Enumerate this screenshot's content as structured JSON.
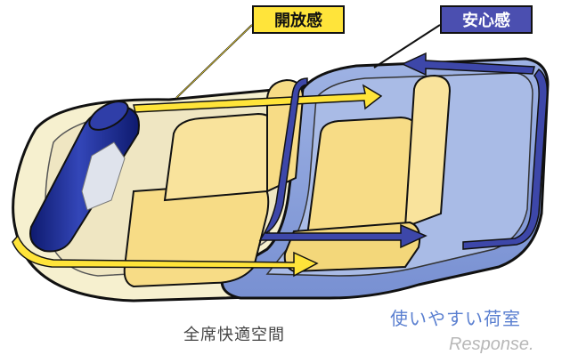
{
  "labels": {
    "openness": "開放感",
    "security": "安心感"
  },
  "captions": {
    "cabin": "全席快適空間",
    "luggage": "使いやすい荷室"
  },
  "watermark": "Response.",
  "colors": {
    "cabin_fill": "#f6f0cf",
    "cabin_floor": "#efe6c2",
    "seat_yellow": "#f7dc86",
    "luggage_blue": "#8fa6dc",
    "luggage_blue_dark": "#6f88cc",
    "arrow_yellow": "#ffe43a",
    "arrow_blue": "#3d47a9",
    "navy_roll": "#1c2b8c",
    "label_security_bg": "#4b4fb0",
    "caption_blue": "#5a7fd0"
  },
  "icons": {
    "watermark_symbol": "response-logo-icon"
  }
}
